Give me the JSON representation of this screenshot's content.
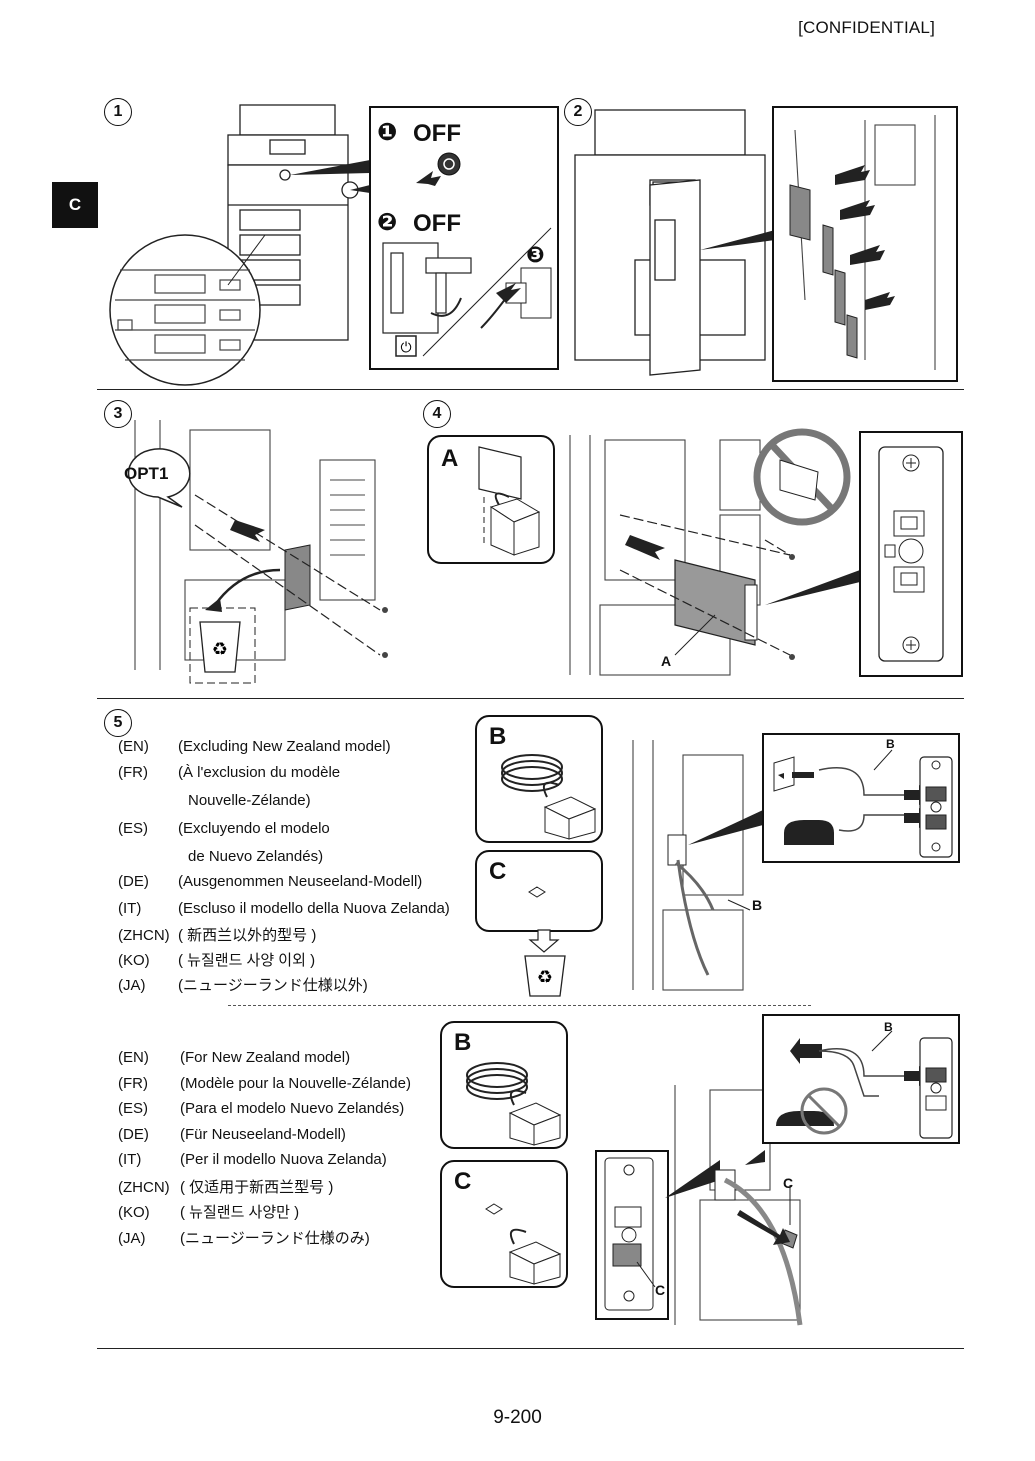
{
  "header": {
    "confidential": "[CONFIDENTIAL]",
    "section_tab": "C"
  },
  "steps": [
    "1",
    "2",
    "3",
    "4",
    "5"
  ],
  "step1": {
    "off1": "OFF",
    "off1_num": "❶",
    "off2": "OFF",
    "off2_num": "❷",
    "plug_num": "❸"
  },
  "step3": {
    "callout": "OPT1"
  },
  "step4": {
    "part_box": "A",
    "part_label": "A"
  },
  "step5": {
    "excluding": [
      {
        "code": "(EN)",
        "text": "(Excluding New Zealand model)"
      },
      {
        "code": "(FR)",
        "text": "(À l'exclusion du modèle"
      },
      {
        "code": "",
        "text": "Nouvelle-Zélande)"
      },
      {
        "code": "(ES)",
        "text": "(Excluyendo el modelo"
      },
      {
        "code": "",
        "text": "de Nuevo Zelandés)"
      },
      {
        "code": "(DE)",
        "text": "(Ausgenommen Neuseeland-Modell)"
      },
      {
        "code": "(IT)",
        "text": "(Escluso il modello della Nuova Zelanda)"
      },
      {
        "code": "(ZHCN)",
        "text": "( 新西兰以外的型号 )"
      },
      {
        "code": "(KO)",
        "text": "( 뉴질랜드 사양 이외 )"
      },
      {
        "code": "(JA)",
        "text": "(ニュージーランド仕様以外)"
      }
    ],
    "for_nz": [
      {
        "code": "(EN)",
        "text": "(For New Zealand model)"
      },
      {
        "code": "(FR)",
        "text": "(Modèle pour la Nouvelle-Zélande)"
      },
      {
        "code": "(ES)",
        "text": "(Para el modelo Nuevo Zelandés)"
      },
      {
        "code": "(DE)",
        "text": "(Für Neuseeland-Modell)"
      },
      {
        "code": "(IT)",
        "text": "(Per il modello Nuova Zelanda)"
      },
      {
        "code": "(ZHCN)",
        "text": "( 仅适用于新西兰型号 )"
      },
      {
        "code": "(KO)",
        "text": "( 뉴질랜드 사양만 )"
      },
      {
        "code": "(JA)",
        "text": "(ニュージーランド仕様のみ)"
      }
    ],
    "box_b": "B",
    "box_c": "C",
    "label_b": "B",
    "label_c": "C"
  },
  "footer": {
    "page_number": "9-200"
  }
}
